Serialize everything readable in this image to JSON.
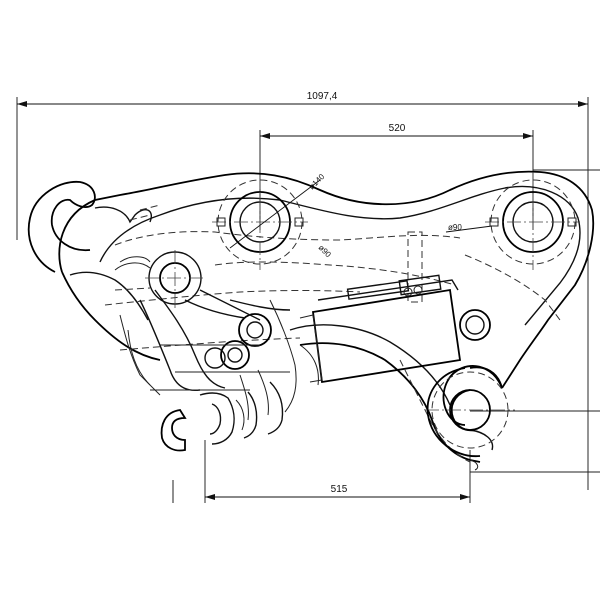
{
  "dimensions": {
    "overall_width": "1097,4",
    "pin_spacing": "520",
    "lower_spacing": "515",
    "pin_diameter_large": "ø140",
    "pin_diameter_small": "ø90",
    "pin_diameter_right": "ø90"
  },
  "colors": {
    "line": "#111111",
    "background": "#ffffff"
  }
}
